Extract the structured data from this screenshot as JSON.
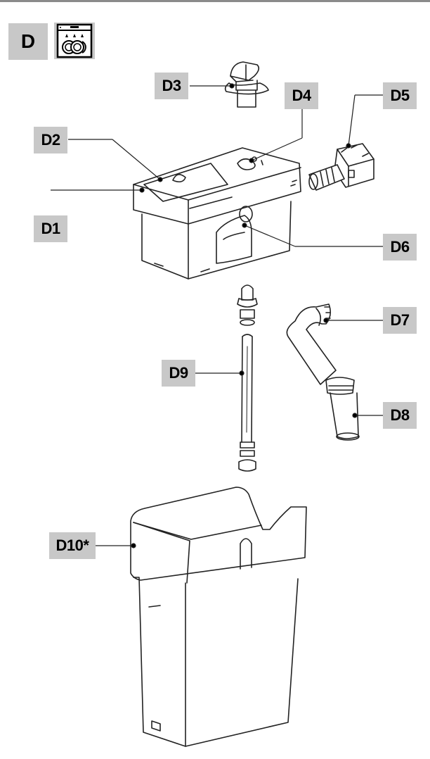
{
  "section": {
    "letter": "D",
    "icon": "dishwasher-icon"
  },
  "parts": [
    {
      "id": "D1",
      "label": "D1"
    },
    {
      "id": "D2",
      "label": "D2"
    },
    {
      "id": "D3",
      "label": "D3"
    },
    {
      "id": "D4",
      "label": "D4"
    },
    {
      "id": "D5",
      "label": "D5"
    },
    {
      "id": "D6",
      "label": "D6"
    },
    {
      "id": "D7",
      "label": "D7"
    },
    {
      "id": "D8",
      "label": "D8"
    },
    {
      "id": "D9",
      "label": "D9"
    },
    {
      "id": "D10",
      "label": "D10*"
    }
  ]
}
